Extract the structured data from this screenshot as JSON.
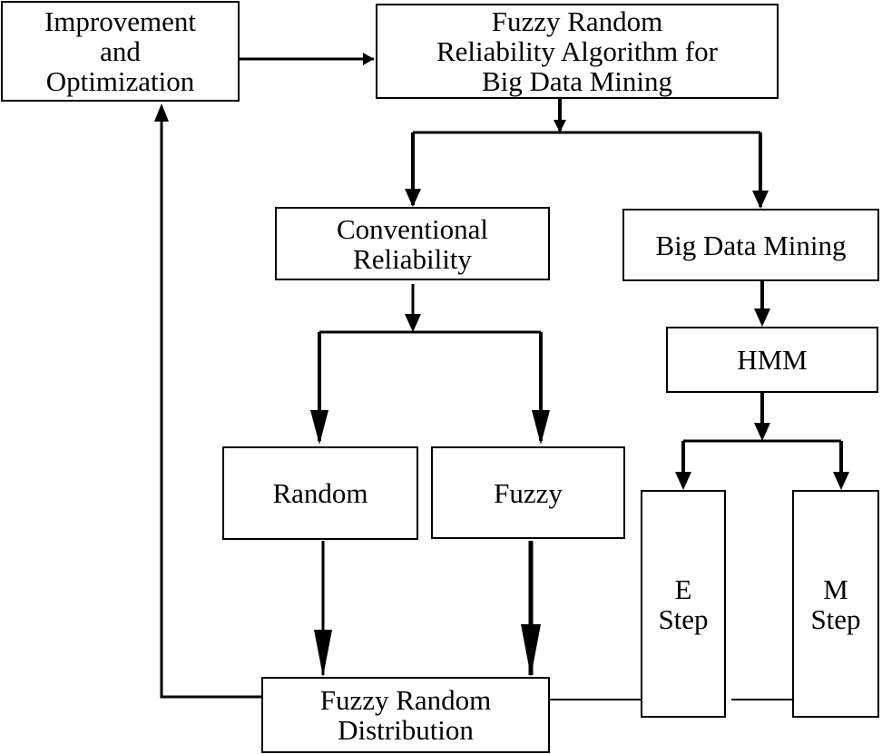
{
  "nodes": {
    "improvement": "Improvement\nand\nOptimization",
    "algorithm": "Fuzzy Random\nReliability Algorithm for\nBig Data Mining",
    "conventional": "Conventional\nReliability",
    "big_data_mining": "Big Data Mining",
    "hmm": "HMM",
    "random": "Random",
    "fuzzy": "Fuzzy",
    "e_step": "E\nStep",
    "m_step": "M\nStep",
    "distribution": "Fuzzy Random\nDistribution"
  },
  "colors": {
    "stroke": "#000000",
    "background": "#ffffff"
  }
}
